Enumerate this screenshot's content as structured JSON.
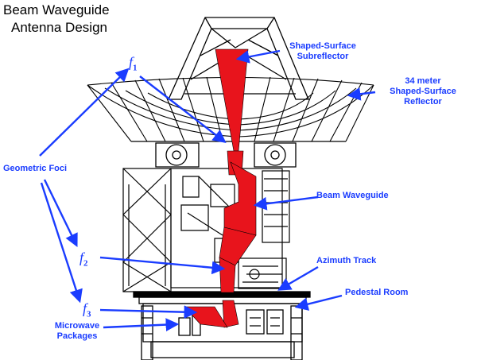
{
  "title": {
    "line1": "Beam Waveguide",
    "line2": "Antenna Design"
  },
  "labels": {
    "subreflector": {
      "line1": "Shaped-Surface",
      "line2": "Subreflector"
    },
    "reflector": {
      "line1": "34 meter",
      "line2": "Shaped-Surface",
      "line3": "Reflector"
    },
    "geometric_foci": "Geometric Foci",
    "beam_waveguide": "Beam Waveguide",
    "azimuth_track": "Azimuth Track",
    "pedestal_room": "Pedestal Room",
    "microwave": {
      "line1": "Microwave",
      "line2": "Packages"
    }
  },
  "foci": [
    {
      "symbol": "f",
      "index": "1"
    },
    {
      "symbol": "f",
      "index": "2"
    },
    {
      "symbol": "f",
      "index": "3"
    }
  ],
  "colors": {
    "label": "#1a3cff",
    "beam": "#e8141c",
    "structure": "#000000",
    "title": "#000000"
  }
}
